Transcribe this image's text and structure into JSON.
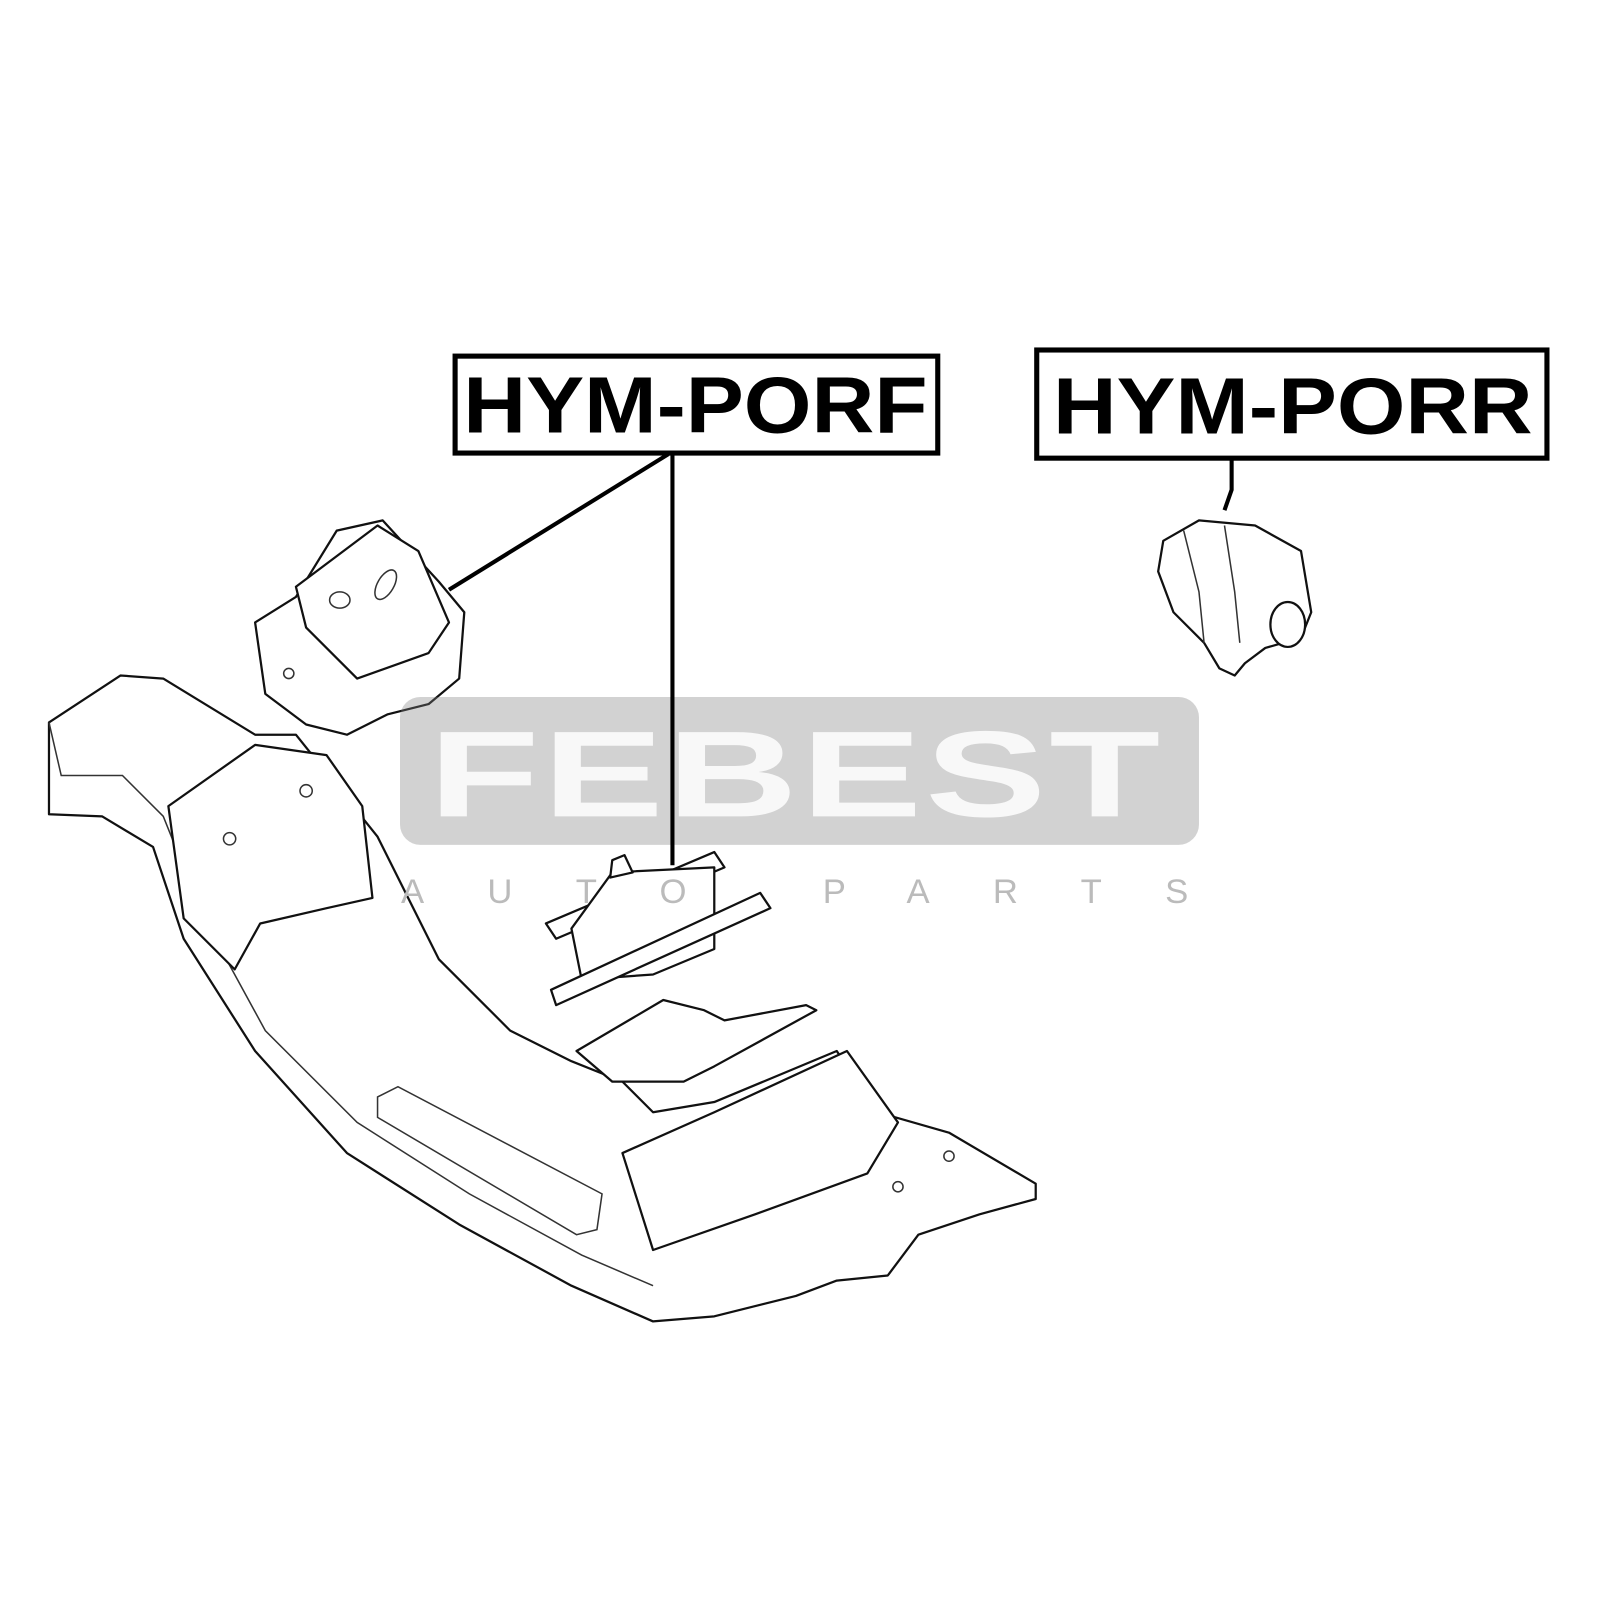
{
  "labels": {
    "front_mount": "HYM-PORF",
    "rear_mount": "HYM-PORR"
  },
  "watermark": {
    "brand": "FEBEST",
    "tagline": "AUTO PARTS"
  }
}
